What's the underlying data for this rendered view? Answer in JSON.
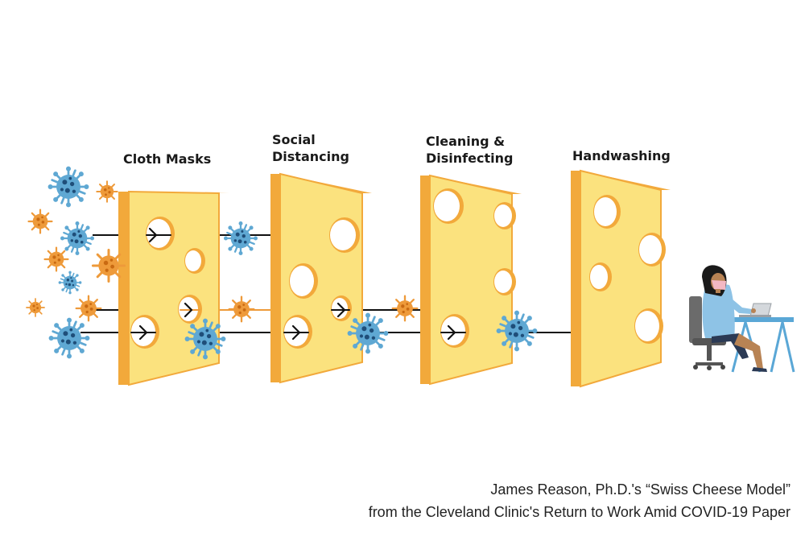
{
  "layers": [
    {
      "label": "Cloth Masks"
    },
    {
      "label": "Social\nDistancing"
    },
    {
      "label": "Cleaning &\nDisinfecting"
    },
    {
      "label": "Handwashing"
    }
  ],
  "caption": {
    "line1": "James Reason, Ph.D.'s “Swiss Cheese Model”",
    "line2": "from the Cleveland Clinic's Return to Work Amid COVID-19 Paper"
  },
  "colors": {
    "cheese_fill": "#FBE27E",
    "cheese_edge": "#F2A93B",
    "virus_blue": "#5FA8D3",
    "virus_blue_dark": "#1F4E79",
    "virus_orange": "#EE9A3A",
    "virus_orange_dark": "#C96A12",
    "path_line": "#111111",
    "path_line_orange": "#EE9A3A",
    "worker_blouse": "#8EC3E6",
    "desk": "#5AA7D6"
  },
  "icons": [
    "virus-icon",
    "arrow-icon",
    "office-worker-icon",
    "laptop-icon",
    "desk-icon",
    "office-chair-icon"
  ]
}
